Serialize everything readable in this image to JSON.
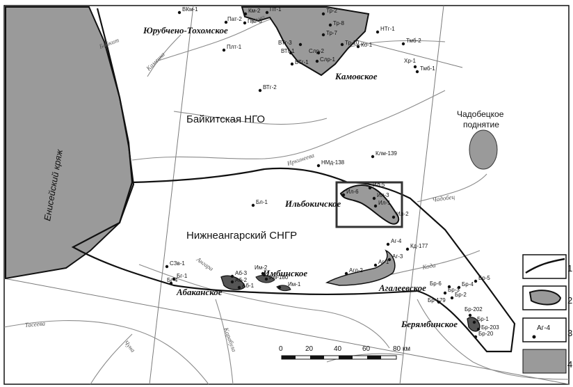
{
  "regions": {
    "baikit": "Байкитская НГО",
    "nizhneangarsk": "Нижнеангарский СНГР",
    "chadobets": [
      "Чадобецкое",
      "поднятие"
    ],
    "yenisei": "Енисейский кряж"
  },
  "fields": {
    "yurubcheno": "Юрубчено-Тохомское",
    "kamov": "Камовское",
    "ilbokich": "Ильбокичское",
    "imbin": "Имбинское",
    "agaleev": "Агалеевское",
    "abakan": "Абаканское",
    "beryambin": "Берямбинское"
  },
  "rivers": {
    "kamenka": "Каменка",
    "baikit": "Байкит",
    "irkineeva": "Иркинеева",
    "chadobets": "Чадобец",
    "koda": "Кода",
    "angara": "Ангара",
    "karabula": "Карабула",
    "taseeva": "Тасеева",
    "chuna": "Чуна",
    "kamo": "Камо"
  },
  "wells": [
    {
      "id": "w1",
      "label": "ВКм-1"
    },
    {
      "id": "w2",
      "label": "Км-2"
    },
    {
      "id": "w3",
      "label": "Пт-1"
    },
    {
      "id": "w4",
      "label": "Пат-2"
    },
    {
      "id": "w5",
      "label": "Пат-3"
    },
    {
      "id": "w6",
      "label": "Тр-2"
    },
    {
      "id": "w7",
      "label": "Тр-8"
    },
    {
      "id": "w8",
      "label": "Тр-7"
    },
    {
      "id": "w9",
      "label": "НТг-1"
    },
    {
      "id": "w10",
      "label": "Тмб-2"
    },
    {
      "id": "w11",
      "label": "Плт-1"
    },
    {
      "id": "w12",
      "label": "ВТг-3"
    },
    {
      "id": "w13",
      "label": "ВТг-1"
    },
    {
      "id": "w14",
      "label": "Слр-2"
    },
    {
      "id": "w15",
      "label": "Тр-10"
    },
    {
      "id": "w16",
      "label": "Ко-1"
    },
    {
      "id": "w17",
      "label": "ВТг-1"
    },
    {
      "id": "w18",
      "label": "Слр-1"
    },
    {
      "id": "w19",
      "label": "Хр-1"
    },
    {
      "id": "w20",
      "label": "Тмб-1"
    },
    {
      "id": "w21",
      "label": "ВТг-2"
    },
    {
      "id": "w22",
      "label": "Клм-139"
    },
    {
      "id": "w23",
      "label": "НМд-138"
    },
    {
      "id": "w24",
      "label": "Ил-5"
    },
    {
      "id": "w25",
      "label": "Ил-6"
    },
    {
      "id": "w26",
      "label": "Ил-3"
    },
    {
      "id": "w27",
      "label": "Ил-1"
    },
    {
      "id": "w28",
      "label": "Ил-2"
    },
    {
      "id": "w29",
      "label": "Бл-1"
    },
    {
      "id": "w30",
      "label": "Аг-4"
    },
    {
      "id": "w31",
      "label": "Кд-177"
    },
    {
      "id": "w32",
      "label": "Аг-3"
    },
    {
      "id": "w33",
      "label": "Аг-1"
    },
    {
      "id": "w34",
      "label": "Агл-2"
    },
    {
      "id": "w35",
      "label": "СЗв-1"
    },
    {
      "id": "w36",
      "label": "Аб-3"
    },
    {
      "id": "w37",
      "label": "Им-2"
    },
    {
      "id": "w38",
      "label": "Им-180"
    },
    {
      "id": "w39",
      "label": "Бг-1"
    },
    {
      "id": "w40",
      "label": "Бг-4"
    },
    {
      "id": "w41",
      "label": "Аб-2"
    },
    {
      "id": "w42",
      "label": "Аб-1"
    },
    {
      "id": "w43",
      "label": "Им-1"
    },
    {
      "id": "w44",
      "label": "Бр-5"
    },
    {
      "id": "w45",
      "label": "Бр-4"
    },
    {
      "id": "w46",
      "label": "Бр-6"
    },
    {
      "id": "w47",
      "label": "Бр-3"
    },
    {
      "id": "w48",
      "label": "Бр-2"
    },
    {
      "id": "w49",
      "label": "Бр-179"
    },
    {
      "id": "w50",
      "label": "Бр-202"
    },
    {
      "id": "w51",
      "label": "Бр-1"
    },
    {
      "id": "w52",
      "label": "Бр-203"
    },
    {
      "id": "w53",
      "label": "Бр-20"
    }
  ],
  "scale": {
    "ticks": [
      "0",
      "20",
      "40",
      "60",
      "80 км"
    ]
  },
  "legend": {
    "well_label": "Аг-4",
    "items": [
      "1",
      "2",
      "3",
      "4"
    ]
  },
  "colors": {
    "fill": "#9a9a9a",
    "dark_fill": "#555555",
    "line": "#111111",
    "river": "#8a8a8a",
    "grid": "#7a7a7a"
  }
}
